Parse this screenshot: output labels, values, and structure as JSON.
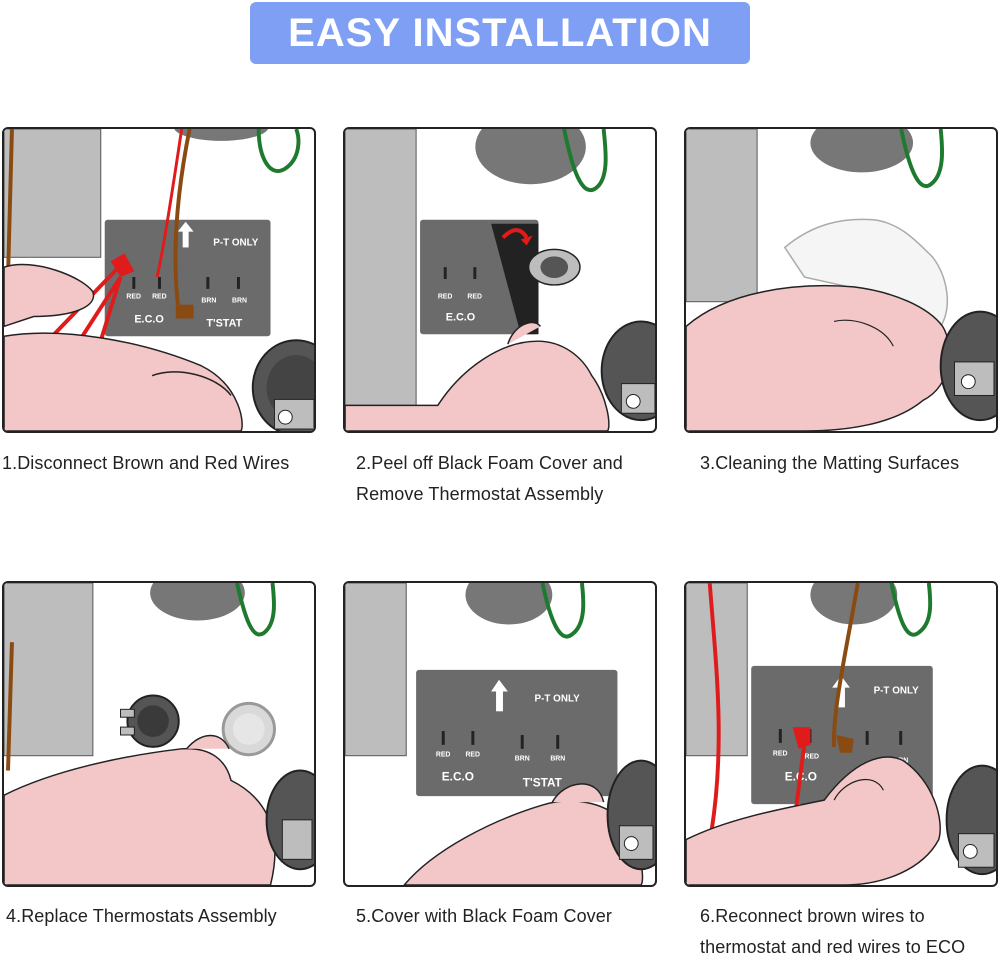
{
  "header": {
    "title": "EASY INSTALLATION"
  },
  "colors": {
    "banner": "#7f9ff5",
    "panel_plate": "#6b6b6b",
    "skin": "#f3c6c7",
    "red_wire": "#e01b1b",
    "brown_wire": "#8a4b12",
    "green_wire": "#1e7a2e"
  },
  "plate_labels": {
    "pt_only": "P-T ONLY",
    "red": "RED",
    "brn": "BRN",
    "eco": "E.C.O",
    "tstat": "T'STAT"
  },
  "steps": [
    {
      "caption_lines": [
        "1.Disconnect Brown and Red Wires"
      ]
    },
    {
      "caption_lines": [
        "2.Peel off Black Foam Cover and",
        "Remove Thermostat Assembly"
      ]
    },
    {
      "caption_lines": [
        "3.Cleaning the Matting Surfaces"
      ]
    },
    {
      "caption_lines": [
        "4.Replace Thermostats Assembly"
      ]
    },
    {
      "caption_lines": [
        "5.Cover with Black Foam Cover"
      ]
    },
    {
      "caption_lines": [
        "6.Reconnect brown wires to",
        "thermostat and red wires to ECO"
      ]
    }
  ]
}
